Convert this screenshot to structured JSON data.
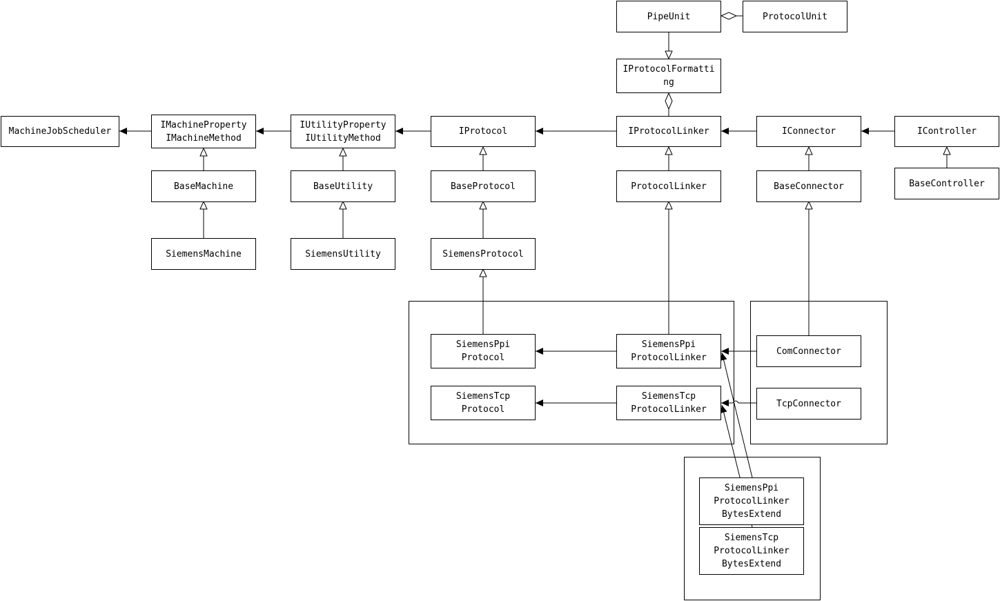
{
  "nodes": {
    "pipe_unit": [
      "PipeUnit"
    ],
    "protocol_unit": [
      "ProtocolUnit"
    ],
    "iprotocol_formatting": [
      "IProtocolFormatti",
      "ng"
    ],
    "machine_job_scheduler": [
      "MachineJobScheduler"
    ],
    "imachine": [
      "IMachineProperty",
      "IMachineMethod"
    ],
    "iutility": [
      "IUtilityProperty",
      "IUtilityMethod"
    ],
    "iprotocol": [
      "IProtocol"
    ],
    "iprotocol_linker": [
      "IProtocolLinker"
    ],
    "iconnector": [
      "IConnector"
    ],
    "icontroller": [
      "IController"
    ],
    "base_machine": [
      "BaseMachine"
    ],
    "base_utility": [
      "BaseUtility"
    ],
    "base_protocol": [
      "BaseProtocol"
    ],
    "protocol_linker": [
      "ProtocolLinker"
    ],
    "base_connector": [
      "BaseConnector"
    ],
    "base_controller": [
      "BaseController"
    ],
    "siemens_machine": [
      "SiemensMachine"
    ],
    "siemens_utility": [
      "SiemensUtility"
    ],
    "siemens_protocol": [
      "SiemensProtocol"
    ],
    "siemens_ppi_protocol": [
      "SiemensPpi",
      "Protocol"
    ],
    "siemens_ppi_protocol_linker": [
      "SiemensPpi",
      "ProtocolLinker"
    ],
    "com_connector": [
      "ComConnector"
    ],
    "siemens_tcp_protocol": [
      "SiemensTcp",
      "Protocol"
    ],
    "siemens_tcp_protocol_linker": [
      "SiemensTcp",
      "ProtocolLinker"
    ],
    "tcp_connector": [
      "TcpConnector"
    ],
    "siemens_ppi_bytes_extend": [
      "SiemensPpi",
      "ProtocolLinker",
      "BytesExtend"
    ],
    "siemens_tcp_bytes_extend": [
      "SiemensTcp",
      "ProtocolLinker",
      "BytesExtend"
    ]
  },
  "relations": [
    {
      "from": "protocol_unit",
      "to": "pipe_unit",
      "kind": "aggregation"
    },
    {
      "from": "pipe_unit",
      "to": "iprotocol_formatting",
      "kind": "inheritance"
    },
    {
      "from": "iprotocol_linker",
      "to": "iprotocol_formatting",
      "kind": "aggregation"
    },
    {
      "from": "imachine",
      "to": "machine_job_scheduler",
      "kind": "association"
    },
    {
      "from": "iutility",
      "to": "imachine",
      "kind": "association"
    },
    {
      "from": "iprotocol",
      "to": "iutility",
      "kind": "association"
    },
    {
      "from": "iprotocol_linker",
      "to": "iprotocol",
      "kind": "association"
    },
    {
      "from": "iconnector",
      "to": "iprotocol_linker",
      "kind": "association"
    },
    {
      "from": "icontroller",
      "to": "iconnector",
      "kind": "association"
    },
    {
      "from": "base_machine",
      "to": "imachine",
      "kind": "inheritance"
    },
    {
      "from": "base_utility",
      "to": "iutility",
      "kind": "inheritance"
    },
    {
      "from": "base_protocol",
      "to": "iprotocol",
      "kind": "inheritance"
    },
    {
      "from": "protocol_linker",
      "to": "iprotocol_linker",
      "kind": "inheritance"
    },
    {
      "from": "base_connector",
      "to": "iconnector",
      "kind": "inheritance"
    },
    {
      "from": "base_controller",
      "to": "icontroller",
      "kind": "inheritance"
    },
    {
      "from": "siemens_machine",
      "to": "base_machine",
      "kind": "inheritance"
    },
    {
      "from": "siemens_utility",
      "to": "base_utility",
      "kind": "inheritance"
    },
    {
      "from": "siemens_protocol",
      "to": "base_protocol",
      "kind": "inheritance"
    },
    {
      "from": "siemens_ppi_protocol",
      "to": "siemens_protocol",
      "kind": "inheritance"
    },
    {
      "from": "siemens_ppi_protocol_linker",
      "to": "protocol_linker",
      "kind": "inheritance"
    },
    {
      "from": "com_connector",
      "to": "base_connector",
      "kind": "inheritance"
    },
    {
      "from": "siemens_ppi_protocol_linker",
      "to": "siemens_ppi_protocol",
      "kind": "association"
    },
    {
      "from": "siemens_tcp_protocol_linker",
      "to": "siemens_tcp_protocol",
      "kind": "association"
    },
    {
      "from": "com_connector",
      "to": "siemens_ppi_protocol_linker",
      "kind": "association"
    },
    {
      "from": "tcp_connector",
      "to": "siemens_tcp_protocol_linker",
      "kind": "association"
    },
    {
      "from": "siemens_ppi_bytes_extend",
      "to": "siemens_ppi_protocol_linker",
      "kind": "association"
    },
    {
      "from": "siemens_tcp_bytes_extend",
      "to": "siemens_tcp_protocol_linker",
      "kind": "association"
    }
  ]
}
